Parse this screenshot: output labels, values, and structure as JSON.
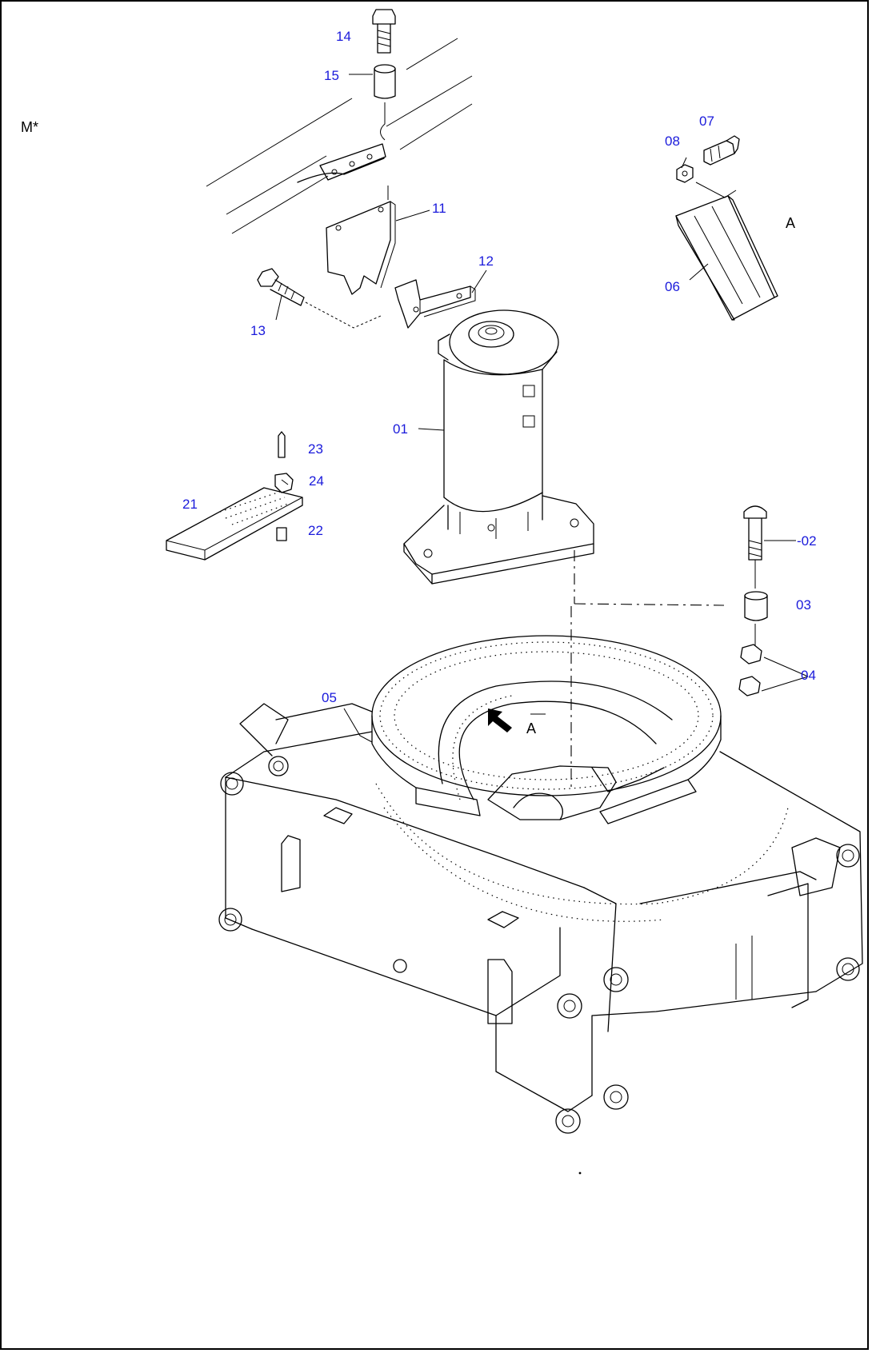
{
  "sheet_code": "M*",
  "view_label": "A",
  "arrow_label": "A",
  "callouts": {
    "p14": "14",
    "p15": "15",
    "p11": "11",
    "p12": "12",
    "p13": "13",
    "p07": "07",
    "p08": "08",
    "p06": "06",
    "p01": "01",
    "p23": "23",
    "p24": "24",
    "p21": "21",
    "p22": "22",
    "p02": "-02",
    "p03": "03",
    "p04": "04",
    "p05": "05"
  },
  "colors": {
    "callout_text": "#1a1adb",
    "line": "#000000",
    "background": "#ffffff"
  }
}
